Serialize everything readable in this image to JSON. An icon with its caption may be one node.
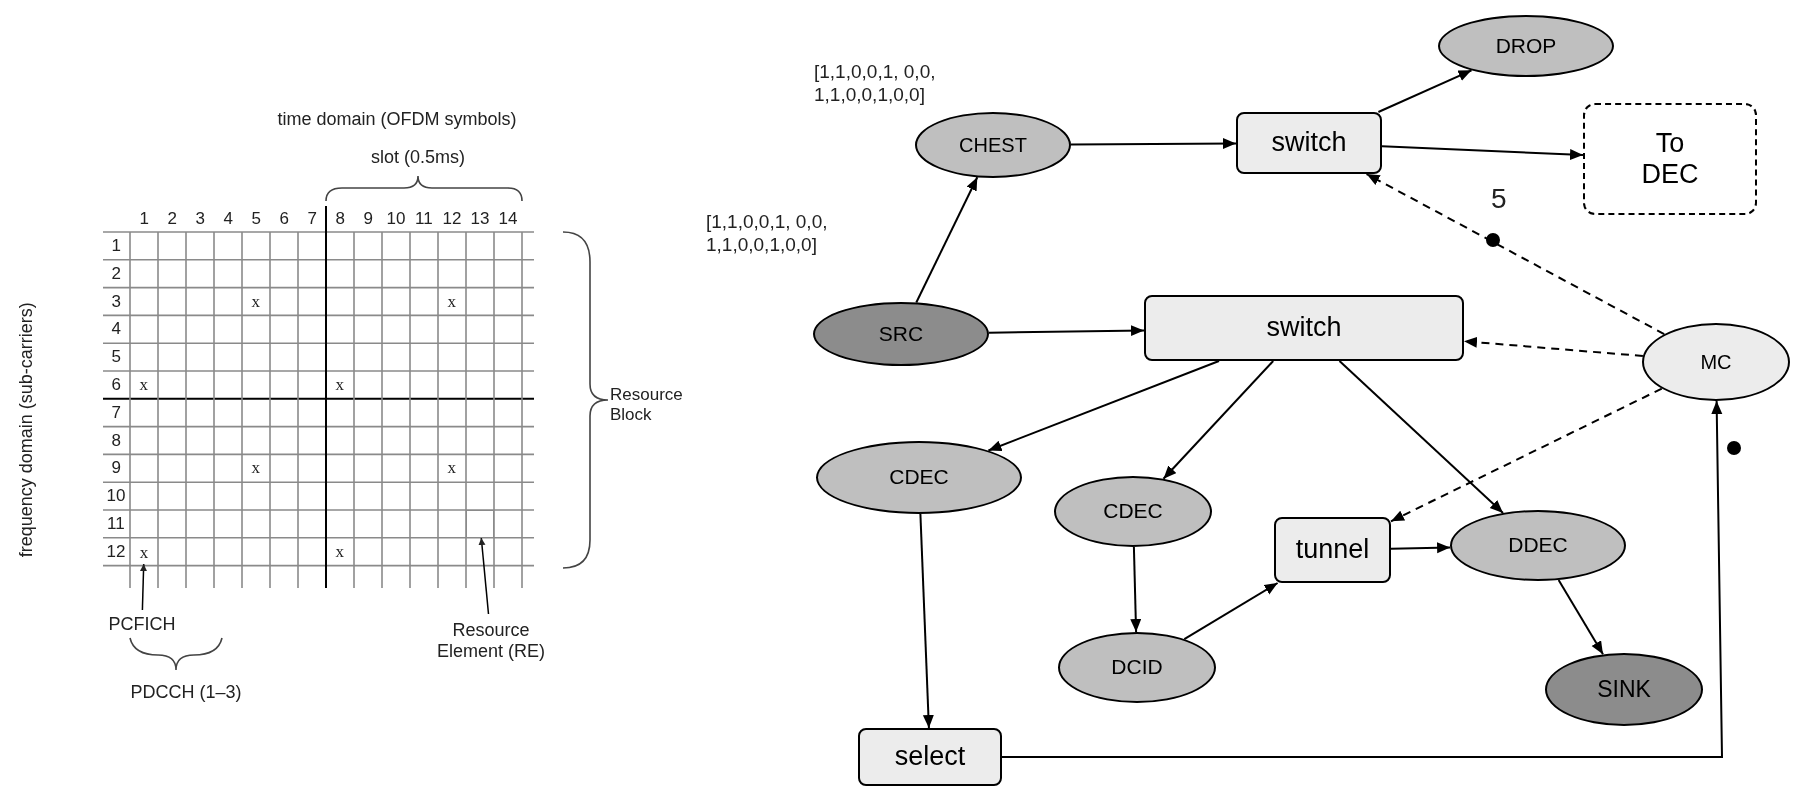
{
  "diagram": {
    "nodes": [
      {
        "text": [
          "x"
        ]
      },
      {
        "text": [
          "PCFICH"
        ]
      },
      {
        "text": [
          "Resource Element (RE)"
        ]
      },
      {
        "text": [
          "DROP"
        ]
      },
      {
        "text": [
          "CHEST"
        ]
      },
      {
        "text": [
          "switch"
        ]
      },
      {
        "text": [
          "To DEC"
        ]
      },
      {
        "text": [
          "SRC"
        ]
      },
      {
        "text": [
          "switch"
        ]
      },
      {
        "text": [
          "MC"
        ]
      },
      {
        "text": [
          "CDEC"
        ]
      },
      {
        "text": [
          "CDEC"
        ]
      },
      {
        "text": [
          "tunnel"
        ]
      },
      {
        "text": [
          "DDEC"
        ]
      },
      {
        "text": [
          "DCID"
        ]
      },
      {
        "text": [
          "SINK"
        ]
      },
      {
        "text": [
          "select"
        ]
      },
      {
        "text": [],
        "shape": "box"
      }
    ],
    "edges": [
      {
        "from": 1,
        "to": 0,
        "arrow": "to"
      },
      {
        "from": 2,
        "to": 17,
        "arrow": "to"
      },
      {
        "from": 7,
        "to": 4,
        "arrow": "to"
      },
      {
        "from": 4,
        "to": 5,
        "arrow": "to"
      },
      {
        "from": 5,
        "to": 3,
        "arrow": "to"
      },
      {
        "from": 5,
        "to": 6,
        "arrow": "to"
      },
      {
        "from": 9,
        "to": 5,
        "arrow": "to",
        "style": "dashed"
      },
      {
        "from": 7,
        "to": 8,
        "arrow": "to"
      },
      {
        "from": 9,
        "to": 8,
        "arrow": "to",
        "style": "dashed"
      },
      {
        "from": 9,
        "to": 12,
        "arrow": "to",
        "style": "dashed"
      },
      {
        "from": 8,
        "to": 10,
        "arrow": "to"
      },
      {
        "from": 8,
        "to": 11,
        "arrow": "to"
      },
      {
        "from": 8,
        "to": 13,
        "arrow": "to"
      },
      {
        "from": 10,
        "to": 16,
        "arrow": "to"
      },
      {
        "from": 11,
        "to": 14,
        "arrow": "to"
      },
      {
        "from": 14,
        "to": 12,
        "arrow": "to"
      },
      {
        "from": 12,
        "to": 13,
        "arrow": "to"
      },
      {
        "from": 13,
        "to": 15,
        "arrow": "to"
      },
      {
        "from": 16,
        "to": 9,
        "arrow": "to"
      }
    ],
    "labels": [
      "time domain (OFDM symbols)",
      "slot (0.5ms)",
      "1",
      "2",
      "3",
      "4",
      "5",
      "6",
      "7",
      "8",
      "9",
      "10",
      "11",
      "12",
      "13",
      "14",
      "1",
      "2",
      "3",
      "x",
      "x",
      "4",
      "5",
      "6",
      "x",
      "x",
      "7",
      "8",
      "9",
      "x",
      "x",
      "10",
      "11",
      "12",
      "x",
      "Resource Block",
      "frequency domain (sub-carriers)",
      "PDCCH (1–3)",
      "[1,1,0,0,1, 0,0, 1,1,0,0,1,0,0]",
      "[1,1,0,0,1, 0,0, 1,1,0,0,1,0,0]",
      "5"
    ]
  }
}
